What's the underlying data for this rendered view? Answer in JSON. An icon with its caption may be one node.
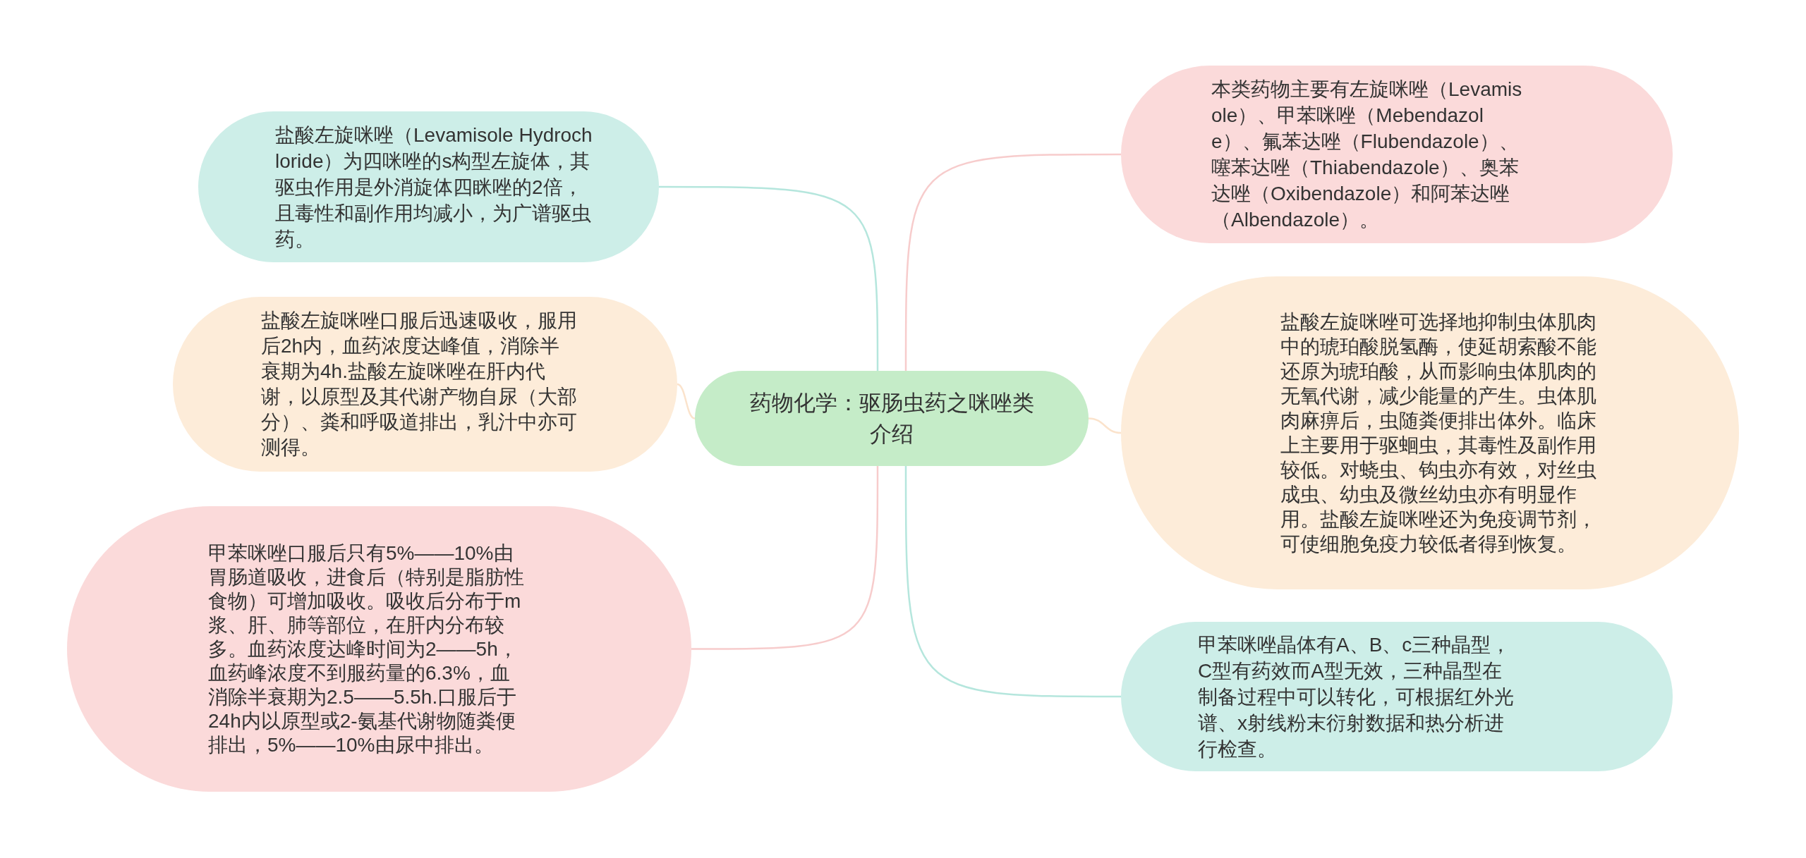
{
  "diagram": {
    "nodes": [
      {
        "text": [
          "药物化学：驱肠虫药之咪唑类介绍"
        ]
      },
      {
        "text": [
          "盐酸左旋咪唑（Levamisole Hydrochloride）为四咪唑的s构型左旋体，其驱虫作用是外消旋体四眯唑的2倍，且毒性和副作用均减小，为广谱驱虫药。"
        ]
      },
      {
        "text": [
          "盐酸左旋咪唑口服后迅速吸收，服用后2h内，血药浓度达峰值，消除半衰期为4h.盐酸左旋咪唑在肝内代谢，以原型及其代谢产物自尿（大部分）、粪和呼吸道排出，乳汁中亦可测得。"
        ]
      },
      {
        "text": [
          "甲苯咪唑口服后只有5%——10%由胃肠道吸收，进食后（特别是脂肪性食物）可增加吸收。吸收后分布于m浆、肝、肺等部位，在肝内分布较多。血药浓度达峰时间为2——5h，血药峰浓度不到服药量的6.3%，血消除半衰期为2.5——5.5h.口服后于24h内以原型或2-氨基代谢物随粪便排出，5%——10%由尿中排出。"
        ]
      },
      {
        "text": [
          "本类药物主要有左旋咪唑（Levamisole）、甲苯咪唑（Mebendazole）、氟苯达唑（Flubendazole）、噻苯达唑（Thiabendazole）、奥苯达唑（Oxibendazole）和阿苯达唑（Albendazole）。"
        ]
      },
      {
        "text": [
          "盐酸左旋咪唑可选择地抑制虫体肌肉中的琥珀酸脱氢酶，使延胡索酸不能还原为琥珀酸，从而影响虫体肌肉的无氧代谢，减少能量的产生。虫体肌肉麻痹后，虫随粪便排出体外。临床上主要用于驱蛔虫，其毒性及副作用较低。对蛲虫、钩虫亦有效，对丝虫成虫、幼虫及微丝幼虫亦有明显作用。盐酸左旋咪唑还为免疫调节剂，可使细胞免疫力较低者得到恢复。"
        ]
      },
      {
        "text": [
          "甲苯咪唑晶体有A、B、c三种晶型，C型有药效而A型无效，三种晶型在制备过程中可以转化，可根据红外光谱、x射线粉末衍射数据和热分析进行检查。"
        ]
      }
    ],
    "edges": [
      {
        "from": 0,
        "to": 1,
        "arrow": "none",
        "color": "#b5e6dd"
      },
      {
        "from": 0,
        "to": 2,
        "arrow": "none",
        "color": "#fbe3cc"
      },
      {
        "from": 0,
        "to": 3,
        "arrow": "none",
        "color": "#f7cccc"
      },
      {
        "from": 0,
        "to": 4,
        "arrow": "none",
        "color": "#f7cccc"
      },
      {
        "from": 0,
        "to": 5,
        "arrow": "none",
        "color": "#fbe3cc"
      },
      {
        "from": 0,
        "to": 6,
        "arrow": "none",
        "color": "#b5e6dd"
      }
    ]
  }
}
